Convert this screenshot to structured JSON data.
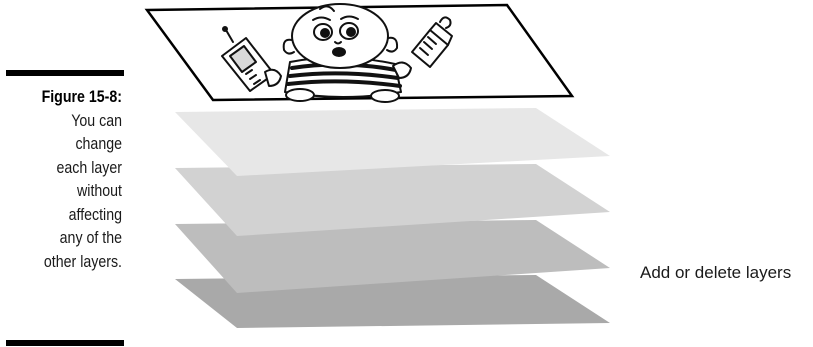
{
  "caption": {
    "figure_label": "Figure 15-8:",
    "lines": [
      "You can",
      "change",
      "each layer",
      "without",
      "affecting",
      "any of the",
      "other layers."
    ]
  },
  "callout": {
    "text": "Add or delete layers"
  },
  "layers": {
    "count": 5,
    "blank_layer_colors": [
      "#e7e7e7",
      "#d2d2d2",
      "#bdbdbd",
      "#a9a9a9"
    ],
    "top_layer_fill": "#ffffff",
    "top_layer_border": "#000000",
    "artwork": "cartoon-baby-with-phone-and-bottle"
  }
}
